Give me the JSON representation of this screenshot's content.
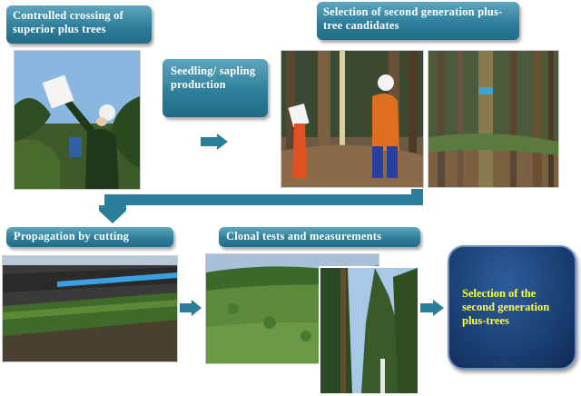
{
  "labels": {
    "controlled_crossing": "Controlled crossing of superior plus trees",
    "selection_candidates": "Selection of second generation plus-tree candidates",
    "seedling_production": "Seedling/ sapling production",
    "propagation": "Propagation by cutting",
    "clonal_tests": "Clonal tests and measurements",
    "final_selection": "Selection of the second generation plus-trees"
  },
  "colors": {
    "label_blue": "#2e7f9c",
    "arrow_blue": "#2a7e9a",
    "final_box": "#1a3f73",
    "final_text": "#ffff33"
  }
}
